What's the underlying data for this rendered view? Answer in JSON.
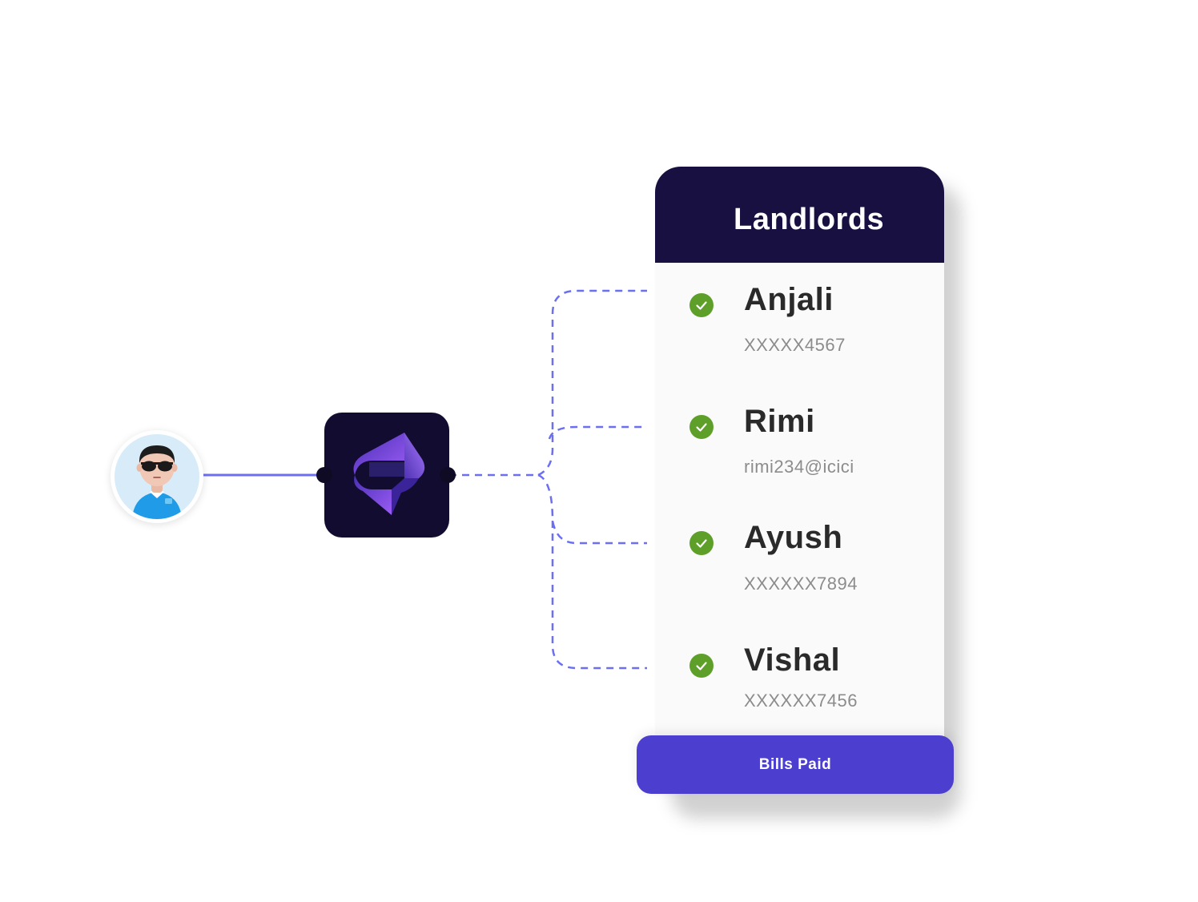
{
  "flow": {
    "user": {
      "icon": "user-avatar-icon",
      "description": "user with sunglasses avatar"
    },
    "app": {
      "icon": "app-logo-icon"
    },
    "connector_color": "#6b6ff0"
  },
  "card": {
    "title": "Landlords",
    "header_color": "#181041",
    "check_color": "#5e9f2a",
    "entries": [
      {
        "name": "Anjali",
        "detail": "XXXXX4567",
        "status": "paid"
      },
      {
        "name": "Rimi",
        "detail": "rimi234@icici",
        "status": "paid"
      },
      {
        "name": "Ayush",
        "detail": "XXXXXX7894",
        "status": "paid"
      },
      {
        "name": "Vishal",
        "detail": "XXXXXX7456",
        "status": "paid"
      }
    ]
  },
  "action": {
    "label": "Bills Paid",
    "color": "#4c3fd0"
  }
}
